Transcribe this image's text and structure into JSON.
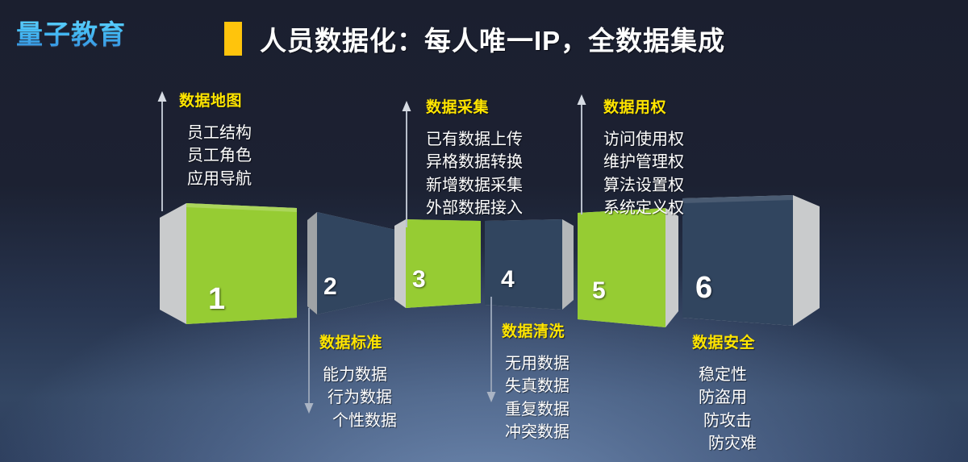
{
  "header": {
    "logo": "量子教育",
    "title": "人员数据化：每人唯一IP，全数据集成",
    "marker_color": "#ffc40c"
  },
  "colors": {
    "accent_green": "#96cc33",
    "cube_blue": "#31455f",
    "cube_side_gray": "#c9cbcc",
    "title_yellow": "#ffe500",
    "background_top": "#1b1f2f",
    "background_bottom": "#334663",
    "logo_cyan": "#35b9f5"
  },
  "stages": [
    {
      "number": "1",
      "title": "数据地图",
      "items": [
        "员工结构",
        "员工角色",
        "应用导航"
      ],
      "position": "above",
      "cube_color": "green"
    },
    {
      "number": "2",
      "title": "数据标准",
      "items": [
        "能力数据",
        "行为数据",
        "个性数据"
      ],
      "position": "below",
      "cube_color": "blue"
    },
    {
      "number": "3",
      "title": "数据采集",
      "items": [
        "已有数据上传",
        "异格数据转换",
        "新增数据采集",
        "外部数据接入"
      ],
      "position": "above",
      "cube_color": "green"
    },
    {
      "number": "4",
      "title": "数据清洗",
      "items": [
        "无用数据",
        "失真数据",
        "重复数据",
        "冲突数据"
      ],
      "position": "below",
      "cube_color": "blue"
    },
    {
      "number": "5",
      "title": "数据用权",
      "items": [
        "访问使用权",
        "维护管理权",
        "算法设置权",
        "系统定义权"
      ],
      "position": "above",
      "cube_color": "green"
    },
    {
      "number": "6",
      "title": "数据安全",
      "items": [
        "稳定性",
        "防盗用",
        "防攻击",
        "防灾难"
      ],
      "position": "below",
      "cube_color": "blue"
    }
  ]
}
